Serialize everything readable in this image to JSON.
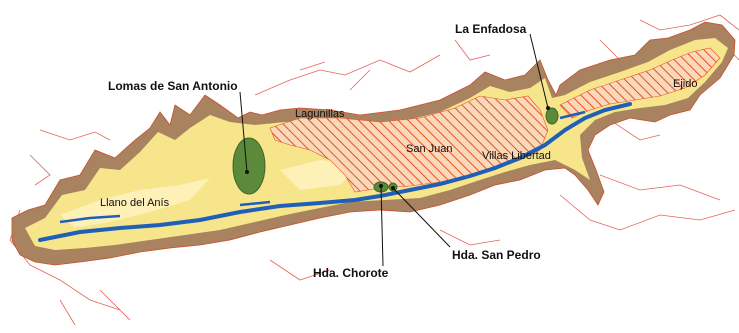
{
  "map": {
    "colors": {
      "background": "#ffffff",
      "outer_slope": "#a9825f",
      "valley_floor": "#f7e58c",
      "valley_light": "#fff4c2",
      "urban_hatch": "#e8502a",
      "urban_fill": "#f9d9b8",
      "river": "#1f5fb8",
      "green_area": "#5a8a3a",
      "roads": "#e04a3a"
    },
    "labels": {
      "lomas_san_antonio": "Lomas de San Antonio",
      "la_enfadosa": "La Enfadosa",
      "lagunillas": "Lagunillas",
      "ejido": "Ejido",
      "san_juan": "San Juan",
      "villas_libertad": "Villas Libertad",
      "llano_del_anis": "Llano del Anís",
      "hda_chorote": "Hda. Chorote",
      "hda_san_pedro": "Hda. San Pedro"
    }
  }
}
